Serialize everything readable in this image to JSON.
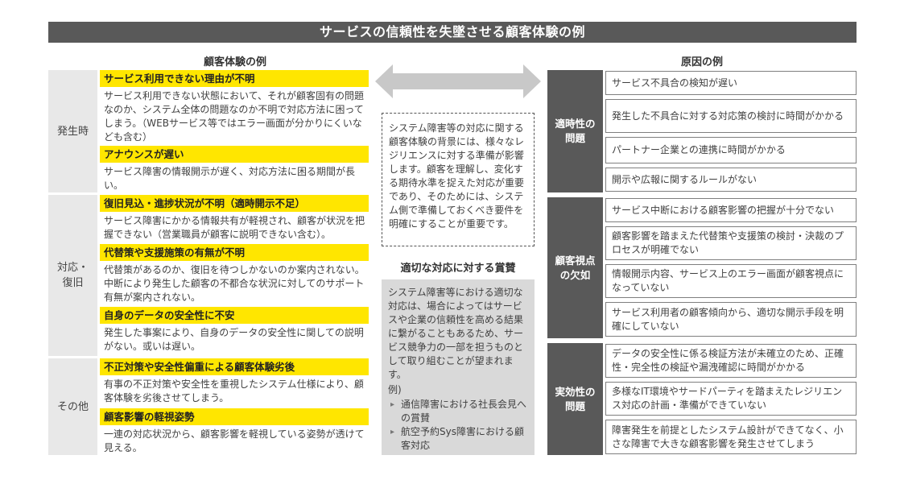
{
  "title": "サービスの信頼性を失墜させる顧客体験の例",
  "left": {
    "header": "顧客体験の例",
    "categories": [
      {
        "label": "発生時"
      },
      {
        "label": "対応・\n復旧"
      },
      {
        "label": "その他"
      }
    ],
    "items": [
      {
        "title": "サービス利用できない理由が不明",
        "desc": "サービス利用できない状態において、それが顧客固有の問題なのか、システム全体の問題なのか不明で対応方法に困ってしまう。（WEBサービス等ではエラー画面が分かりにくいなども含む）"
      },
      {
        "title": "アナウンスが遅い",
        "desc": "サービス障害の情報開示が遅く、対応方法に困る期間が長い。"
      },
      {
        "title": "復旧見込・進捗状況が不明（適時開示不足）",
        "desc": "サービス障害にかかる情報共有が軽視され、顧客が状況を把握できない（営業職員が顧客に説明できない含む）。"
      },
      {
        "title": "代替策や支援施策の有無が不明",
        "desc": "代替策があるのか、復旧を待つしかないのか案内されない。中断により発生した顧客の不都合な状況に対してのサポート有無が案内されない。"
      },
      {
        "title": "自身のデータの安全性に不安",
        "desc": "発生した事案により、自身のデータの安全性に関しての説明がない。或いは遅い。"
      },
      {
        "title": "不正対策や安全性偏重による顧客体験劣後",
        "desc": "有事の不正対策や安全性を重視したシステム仕様により、顧客体験を劣後させてしまう。"
      },
      {
        "title": "顧客影響の軽視姿勢",
        "desc": "一連の対応状況から、顧客影響を軽視している姿勢が透けて見える。"
      }
    ]
  },
  "middle": {
    "dashed_text": "システム障害等の対応に関する顧客体験の背景には、様々なレジリエンスに対する準備が影響します。顧客を理解し、変化する期待水準を捉えた対応が重要であり、そのためには、システム側で準備しておくべき要件を明確にすることが重要です。",
    "praise_title": "適切な対応に対する賞賛",
    "praise_text": "システム障害等における適切な対応は、場合によってはサービスや企業の信頼性を高める結果に繋がることもあるため、サービス競争力の一部を担うものとして取り組むことが望まれます。",
    "praise_example_label": "例)",
    "praise_examples": [
      "通信障害における社長会見への賞賛",
      "航空予約Sys障害における顧客対応"
    ],
    "arrow_color": "#c8c8c8"
  },
  "right": {
    "header": "原因の例",
    "categories": [
      {
        "label": "適時性の\n問題"
      },
      {
        "label": "顧客視点\nの欠如"
      },
      {
        "label": "実効性の\n問題"
      }
    ],
    "causes": [
      "サービス不具合の検知が遅い",
      "発生した不具合に対する対応策の検討に時間がかかる",
      "パートナー企業との連携に時間がかかる",
      "開示や広報に関するルールがない",
      "サービス中断における顧客影響の把握が十分でない",
      "顧客影響を踏まえた代替策や支援策の検討・決裁のプロセスが明確でない",
      "情報開示内容、サービス上のエラー画面が顧客視点になっていない",
      "サービス利用者の顧客傾向から、適切な開示手段を明確にしていない",
      "データの安全性に係る検証方法が未確立のため、正確性・完全性の検証や漏洩確認に時間がかかる",
      "多様なIT環境やサードパーティを踏まえたレジリエンス対応の計画・準備ができていない",
      "障害発生を前提としたシステム設計ができてなく、小さな障害で大きな顧客影響を発生させてしまう"
    ]
  },
  "colors": {
    "title_bar": "#595959",
    "highlight": "#ffe600",
    "left_category": "#e8e8e8",
    "right_category": "#595959",
    "praise_box": "#d9d9d9"
  }
}
